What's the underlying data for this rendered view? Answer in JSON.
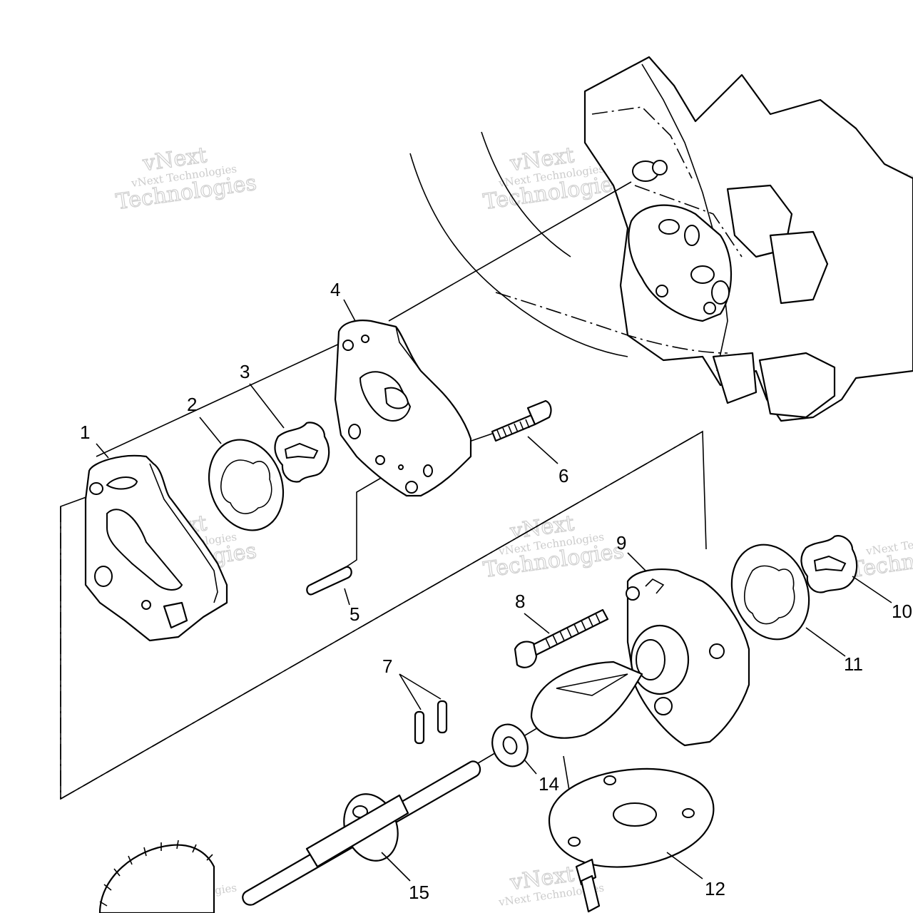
{
  "watermark": {
    "small": "vNext Technologies",
    "big_top": "vNext",
    "big_bottom": "Technologies"
  },
  "labels": [
    {
      "id": "1",
      "text": "1"
    },
    {
      "id": "2",
      "text": "2"
    },
    {
      "id": "3",
      "text": "3"
    },
    {
      "id": "4",
      "text": "4"
    },
    {
      "id": "5",
      "text": "5"
    },
    {
      "id": "6",
      "text": "6"
    },
    {
      "id": "7",
      "text": "7"
    },
    {
      "id": "8",
      "text": "8"
    },
    {
      "id": "9",
      "text": "9"
    },
    {
      "id": "10",
      "text": "10"
    },
    {
      "id": "11",
      "text": "11"
    },
    {
      "id": "12",
      "text": "12"
    },
    {
      "id": "14",
      "text": "14"
    },
    {
      "id": "15",
      "text": "15"
    }
  ]
}
